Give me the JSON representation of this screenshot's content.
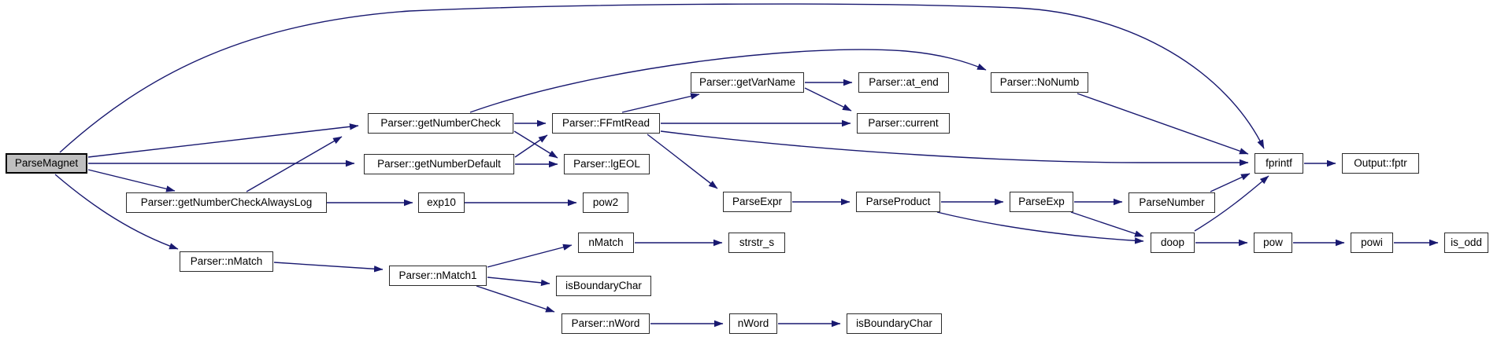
{
  "diagram": {
    "type": "doxygen-call-graph",
    "root": "ParseMagnet",
    "colors": {
      "edge": "#191970",
      "node_border": "#2b2b2b",
      "node_fill": "#ffffff",
      "root_fill": "#bfbfbf",
      "text": "#000000",
      "background": "#ffffff"
    },
    "nodes": {
      "parse_magnet": {
        "label": "ParseMagnet"
      },
      "get_number_check": {
        "label": "Parser::getNumberCheck"
      },
      "get_number_default": {
        "label": "Parser::getNumberDefault"
      },
      "get_number_check_always_log": {
        "label": "Parser::getNumberCheckAlwaysLog"
      },
      "exp10": {
        "label": "exp10"
      },
      "pow2": {
        "label": "pow2"
      },
      "ffmt_read": {
        "label": "Parser::FFmtRead"
      },
      "lg_eol": {
        "label": "Parser::lgEOL"
      },
      "get_var_name": {
        "label": "Parser::getVarName"
      },
      "at_end": {
        "label": "Parser::at_end"
      },
      "current": {
        "label": "Parser::current"
      },
      "no_numb": {
        "label": "Parser::NoNumb"
      },
      "fprintf": {
        "label": "fprintf"
      },
      "output_fptr": {
        "label": "Output::fptr"
      },
      "parse_expr": {
        "label": "ParseExpr"
      },
      "parse_product": {
        "label": "ParseProduct"
      },
      "parse_exp": {
        "label": "ParseExp"
      },
      "parse_number": {
        "label": "ParseNumber"
      },
      "doop": {
        "label": "doop"
      },
      "pow": {
        "label": "pow"
      },
      "powi": {
        "label": "powi"
      },
      "is_odd": {
        "label": "is_odd"
      },
      "parser_nmatch": {
        "label": "Parser::nMatch"
      },
      "parser_nmatch1": {
        "label": "Parser::nMatch1"
      },
      "nmatch": {
        "label": "nMatch"
      },
      "strstr_s": {
        "label": "strstr_s"
      },
      "is_boundary_char_1": {
        "label": "isBoundaryChar"
      },
      "parser_nword": {
        "label": "Parser::nWord"
      },
      "nword": {
        "label": "nWord"
      },
      "is_boundary_char_2": {
        "label": "isBoundaryChar"
      }
    },
    "edges": [
      {
        "from": "ParseMagnet",
        "to": "fprintf"
      },
      {
        "from": "ParseMagnet",
        "to": "Parser::getNumberCheck"
      },
      {
        "from": "ParseMagnet",
        "to": "Parser::getNumberDefault"
      },
      {
        "from": "ParseMagnet",
        "to": "Parser::getNumberCheckAlwaysLog"
      },
      {
        "from": "ParseMagnet",
        "to": "Parser::nMatch"
      },
      {
        "from": "Parser::getNumberCheck",
        "to": "Parser::FFmtRead"
      },
      {
        "from": "Parser::getNumberCheck",
        "to": "Parser::lgEOL"
      },
      {
        "from": "Parser::getNumberCheck",
        "to": "Parser::NoNumb"
      },
      {
        "from": "Parser::getNumberDefault",
        "to": "Parser::FFmtRead"
      },
      {
        "from": "Parser::getNumberDefault",
        "to": "Parser::lgEOL"
      },
      {
        "from": "Parser::getNumberCheckAlwaysLog",
        "to": "Parser::getNumberCheck"
      },
      {
        "from": "Parser::getNumberCheckAlwaysLog",
        "to": "exp10"
      },
      {
        "from": "exp10",
        "to": "pow2"
      },
      {
        "from": "Parser::FFmtRead",
        "to": "Parser::getVarName"
      },
      {
        "from": "Parser::FFmtRead",
        "to": "Parser::current"
      },
      {
        "from": "Parser::FFmtRead",
        "to": "ParseExpr"
      },
      {
        "from": "Parser::FFmtRead",
        "to": "fprintf"
      },
      {
        "from": "Parser::getVarName",
        "to": "Parser::at_end"
      },
      {
        "from": "Parser::getVarName",
        "to": "Parser::current"
      },
      {
        "from": "Parser::NoNumb",
        "to": "fprintf"
      },
      {
        "from": "ParseExpr",
        "to": "ParseProduct"
      },
      {
        "from": "ParseProduct",
        "to": "ParseExp"
      },
      {
        "from": "ParseProduct",
        "to": "doop"
      },
      {
        "from": "ParseExp",
        "to": "ParseNumber"
      },
      {
        "from": "ParseExp",
        "to": "doop"
      },
      {
        "from": "ParseNumber",
        "to": "fprintf"
      },
      {
        "from": "doop",
        "to": "fprintf"
      },
      {
        "from": "doop",
        "to": "pow"
      },
      {
        "from": "pow",
        "to": "powi"
      },
      {
        "from": "powi",
        "to": "is_odd"
      },
      {
        "from": "fprintf",
        "to": "Output::fptr"
      },
      {
        "from": "Parser::nMatch",
        "to": "Parser::nMatch1"
      },
      {
        "from": "Parser::nMatch1",
        "to": "nMatch"
      },
      {
        "from": "Parser::nMatch1",
        "to": "isBoundaryChar"
      },
      {
        "from": "Parser::nMatch1",
        "to": "Parser::nWord"
      },
      {
        "from": "nMatch",
        "to": "strstr_s"
      },
      {
        "from": "Parser::nWord",
        "to": "nWord"
      },
      {
        "from": "nWord",
        "to": "isBoundaryChar"
      }
    ]
  }
}
